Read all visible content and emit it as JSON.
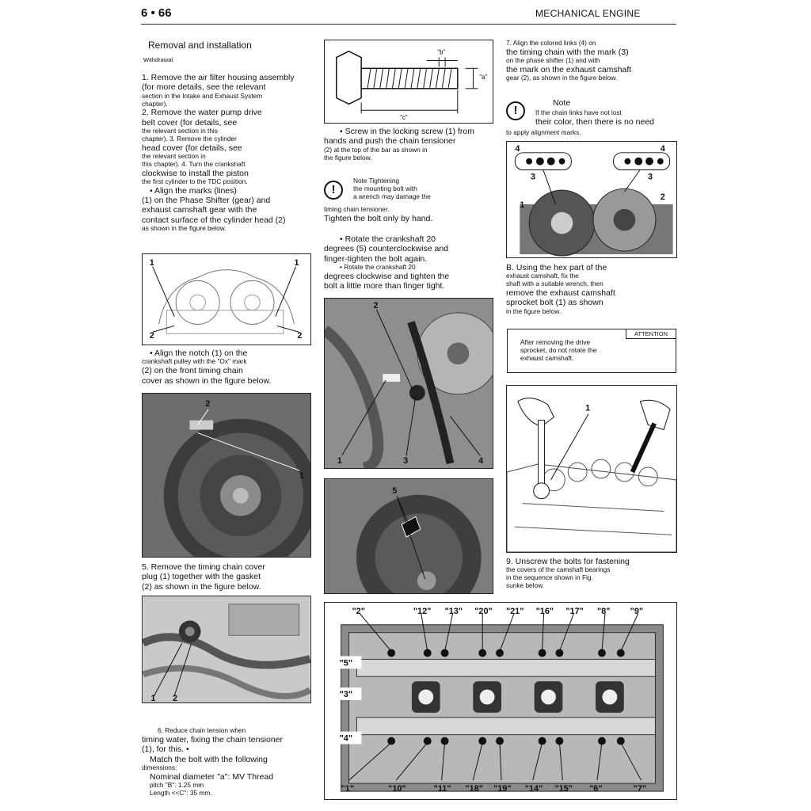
{
  "header": {
    "page_number": "6 • 66",
    "section": "MECHANICAL ENGINE"
  },
  "col1": {
    "heading": "Removal and installation",
    "subheading": "Withdrawal",
    "lines": [
      {
        "t": "1. Remove the air filter housing assembly",
        "s": "lg"
      },
      {
        "t": "(for more details, see the relevant",
        "s": "lg"
      },
      {
        "t": "section in the Intake and Exhaust System",
        "s": "sm"
      },
      {
        "t": "chapter).",
        "s": "sm"
      },
      {
        "t": "2. Remove the water pump drive",
        "s": "lg"
      },
      {
        "t": "belt cover (for details, see",
        "s": "lg"
      },
      {
        "t": "the relevant section in this",
        "s": "sm"
      },
      {
        "t": "chapter). 3. Remove the cylinder",
        "s": "sm"
      },
      {
        "t": "head cover (for details, see",
        "s": "lg"
      },
      {
        "t": "the relevant section in",
        "s": "sm"
      },
      {
        "t": "this chapter). 4. Turn the crankshaft",
        "s": "sm"
      },
      {
        "t": "clockwise to install the piston",
        "s": "lg"
      },
      {
        "t": "the first cylinder to the TDC position.",
        "s": "sm"
      },
      {
        "t": "• Align the marks (lines)",
        "s": "lg",
        "i": 1
      },
      {
        "t": "(1) on the Phase Shifter (gear) and",
        "s": "lg"
      },
      {
        "t": "exhaust camshaft gear with the",
        "s": "lg"
      },
      {
        "t": "contact surface of the cylinder head (2)",
        "s": "lg"
      },
      {
        "t": "as shown in the figure below.",
        "s": "sm"
      }
    ],
    "notch_lines": [
      {
        "t": "• Align the notch (1) on the",
        "s": "lg",
        "i": 1
      },
      {
        "t": "crankshaft pulley with the \"Ox\" mark",
        "s": "sm"
      },
      {
        "t": "(2) on the front timing chain",
        "s": "lg"
      },
      {
        "t": "cover as shown in the figure below.",
        "s": "lg"
      }
    ],
    "step5_lines": [
      {
        "t": "5. Remove the timing chain cover",
        "s": "lg"
      },
      {
        "t": "plug (1) together with the gasket",
        "s": "lg"
      },
      {
        "t": "(2) as shown in the figure below.",
        "s": "lg"
      }
    ],
    "step6_lines": [
      {
        "t": "6. Reduce chain tension when",
        "s": "sm",
        "i": 2
      },
      {
        "t": "timing water, fixing the chain tensioner",
        "s": "lg"
      },
      {
        "t": "(1), for this. •",
        "s": "lg"
      },
      {
        "t": "Match the bolt with the following",
        "s": "lg",
        "i": 1
      },
      {
        "t": "dimensions:",
        "s": "sm"
      },
      {
        "t": "Nominal diameter \"a\": MV Thread",
        "s": "lg",
        "i": 1
      },
      {
        "t": "pitch \"B\": 1.25 mm",
        "s": "sm",
        "i": 1
      },
      {
        "t": "Length <<C\": 35 mm.",
        "s": "sm",
        "i": 1
      }
    ]
  },
  "col2": {
    "bolt_labels": {
      "a": "\"a\"",
      "b": "\"b\"",
      "c": "\"c\""
    },
    "screw_lines": [
      {
        "t": "• Screw in the locking screw (1) from",
        "s": "lg",
        "i": 2
      },
      {
        "t": "hands and push the chain tensioner",
        "s": "lg"
      },
      {
        "t": "(2) at the top of the bar as shown in",
        "s": "sm"
      },
      {
        "t": "the figure below.",
        "s": "sm"
      }
    ],
    "note_lines": [
      {
        "t": "Note Tightening",
        "s": "sm"
      },
      {
        "t": "the mounting bolt with",
        "s": "sm"
      },
      {
        "t": "a wrench may damage the",
        "s": "sm"
      }
    ],
    "after_note": [
      {
        "t": "timing chain tensioner.",
        "s": "sm"
      },
      {
        "t": "Tighten the bolt only by hand.",
        "s": "lg"
      }
    ],
    "rotate_lines": [
      {
        "t": "•   Rotate the crankshaft 20",
        "s": "lg",
        "i": 2
      },
      {
        "t": "degrees (5) counterclockwise and",
        "s": "lg"
      },
      {
        "t": "finger-tighten the bolt again.",
        "s": "lg"
      },
      {
        "t": "• Rotate the crankshaft 20",
        "s": "sm",
        "i": 2
      },
      {
        "t": "degrees clockwise and tighten the",
        "s": "lg"
      },
      {
        "t": "bolt a little more than finger tight.",
        "s": "lg"
      }
    ],
    "fig3_labels": [
      "2",
      "1",
      "3",
      "4"
    ],
    "fig4_labels": [
      "5"
    ]
  },
  "col3": {
    "step7_lines": [
      {
        "t": "7. Align the colored links (4) on",
        "s": "sm"
      },
      {
        "t": "the timing chain with the mark (3)",
        "s": "lg"
      },
      {
        "t": "on the phase shifter (1) and with",
        "s": "sm"
      },
      {
        "t": "the mark on the exhaust camshaft",
        "s": "lg"
      },
      {
        "t": "gear (2), as shown in the figure below.",
        "s": "sm"
      }
    ],
    "note_title": "Note",
    "note_lines": [
      {
        "t": "If the chain links have not lost",
        "s": "sm"
      },
      {
        "t": "their color, then there is no need",
        "s": "lg"
      }
    ],
    "note_after": "to apply alignment marks.",
    "chain_labels": [
      "4",
      "3",
      "4",
      "3",
      "1",
      "2"
    ],
    "stepB_lines": [
      {
        "t": "B. Using the hex part of the",
        "s": "lg"
      },
      {
        "t": "exhaust camshaft, fix the",
        "s": "sm"
      },
      {
        "t": "shaft with a suitable wrench, then",
        "s": "sm"
      },
      {
        "t": "remove the exhaust camshaft",
        "s": "lg"
      },
      {
        "t": "sprocket bolt (1) as shown",
        "s": "lg"
      },
      {
        "t": "in the figure below.",
        "s": "sm"
      }
    ],
    "attention_tag": "ATTENTION",
    "attention_lines": [
      {
        "t": "After removing the drive",
        "s": "sm"
      },
      {
        "t": "sprocket, do not rotate the",
        "s": "sm"
      },
      {
        "t": "exhaust camshaft.",
        "s": "sm"
      }
    ],
    "wrench_label": "1",
    "step9_lines": [
      {
        "t": "9. Unscrew the bolts for fastening",
        "s": "lg"
      },
      {
        "t": "the covers of the camshaft bearings",
        "s": "sm"
      },
      {
        "t": "in the sequence shown in Fig.",
        "s": "sm"
      },
      {
        "t": "sunke below.",
        "s": "sm"
      }
    ]
  },
  "fig1_labels": [
    "1",
    "1",
    "2",
    "2"
  ],
  "fig2_labels": [
    "2",
    "1"
  ],
  "fig5_labels": [
    "1",
    "2"
  ],
  "cam_sequence": {
    "top": [
      "\"2\"",
      "\"12\"",
      "\"13\"",
      "\"20\"",
      "\"21\"",
      "\"16\"",
      "\"17\"",
      "\"8\"",
      "\"9\""
    ],
    "left": [
      "\"5\"",
      "\"3\"",
      "\"4\""
    ],
    "bottom": [
      "\"1\"",
      "\"10\"",
      "\"11\"",
      "\"18\"",
      "\"19\"",
      "\"14\"",
      "\"15\"",
      "\"6\"",
      "\"7\""
    ]
  }
}
